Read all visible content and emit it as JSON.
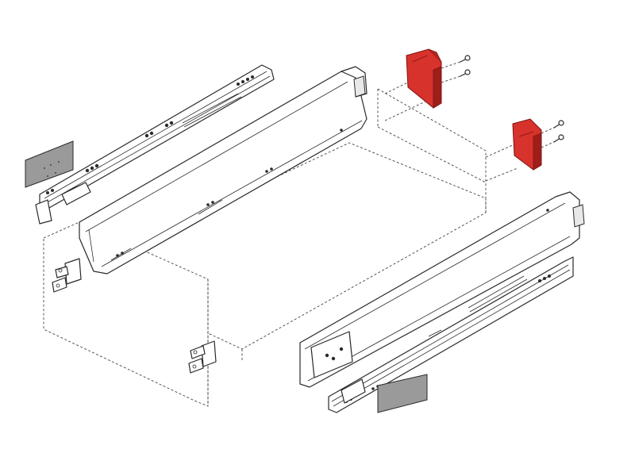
{
  "colors": {
    "line": "#2a2a2a",
    "accent_red": "#d8322c",
    "accent_red_dark": "#9e1e1a",
    "cap_grey": "#9a9a9a",
    "background": "#ffffff"
  },
  "icons": {
    "screw": "screw-icon",
    "front_bracket": "front-fixing-bracket-icon",
    "rear_bracket": "rear-fixing-bracket-icon",
    "cover_cap": "cover-cap-icon"
  },
  "parts": {
    "brackets": [
      {
        "id": "bracket-upper",
        "screws": 2
      },
      {
        "id": "bracket-lower",
        "screws": 2
      }
    ],
    "cover_caps": 2,
    "front_adjusters": 2,
    "drawer_sides": 2,
    "runners": 2
  }
}
